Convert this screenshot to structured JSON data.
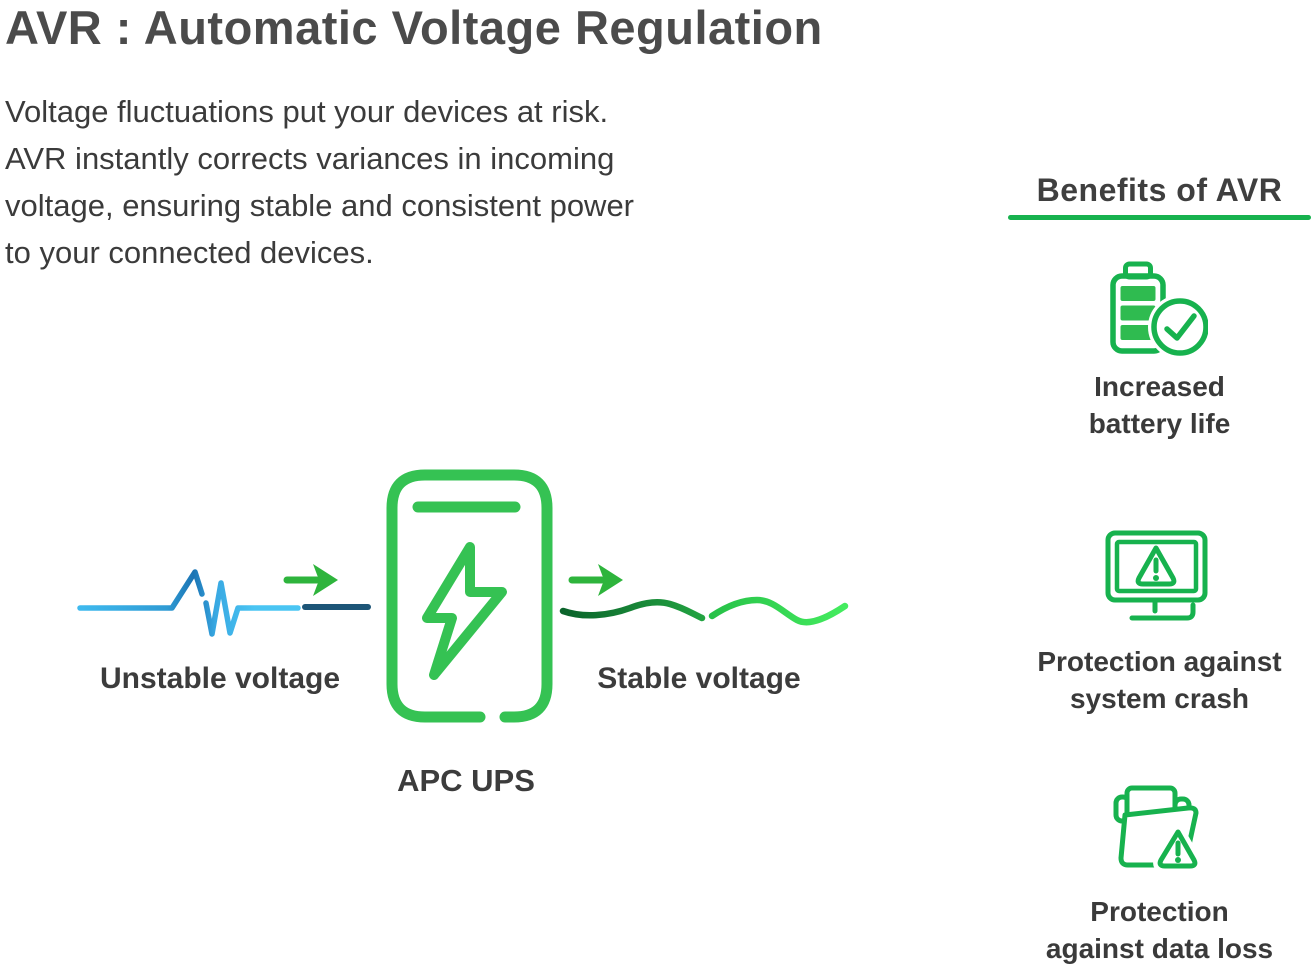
{
  "title": "AVR : Automatic Voltage Regulation",
  "intro": "Voltage fluctuations put your devices at risk.\nAVR instantly corrects variances in incoming\nvoltage, ensuring stable and consistent power\nto your connected devices.",
  "diagram": {
    "unstable_label": "Unstable voltage",
    "stable_label": "Stable voltage",
    "ups_label": "APC UPS"
  },
  "benefits": {
    "heading": "Benefits of AVR",
    "items": [
      {
        "icon": "battery-check-icon",
        "label": "Increased\nbattery life"
      },
      {
        "icon": "monitor-warning-icon",
        "label": "Protection against\nsystem crash"
      },
      {
        "icon": "folder-warning-icon",
        "label": "Protection\nagainst data loss"
      }
    ]
  },
  "icons": {
    "flow": "arrow-right-icon",
    "ups": "ups-device-icon",
    "bolt": "lightning-bolt-icon",
    "unstable_wave": "unstable-waveform-icon",
    "stable_wave": "stable-waveform-icon"
  },
  "colors": {
    "accent_green": "#17b24e",
    "ups_green": "#35c253",
    "arrow_green": "#2eb43c",
    "stable_dark_green": "#0b632b",
    "stable_bright_green": "#44ec5f",
    "wave_light_blue": "#45c0f0",
    "wave_mid_blue": "#1b74b4",
    "wave_navy": "#1d5577",
    "title_gray": "#4b4b4b",
    "text_dark": "#3a3a3a"
  }
}
